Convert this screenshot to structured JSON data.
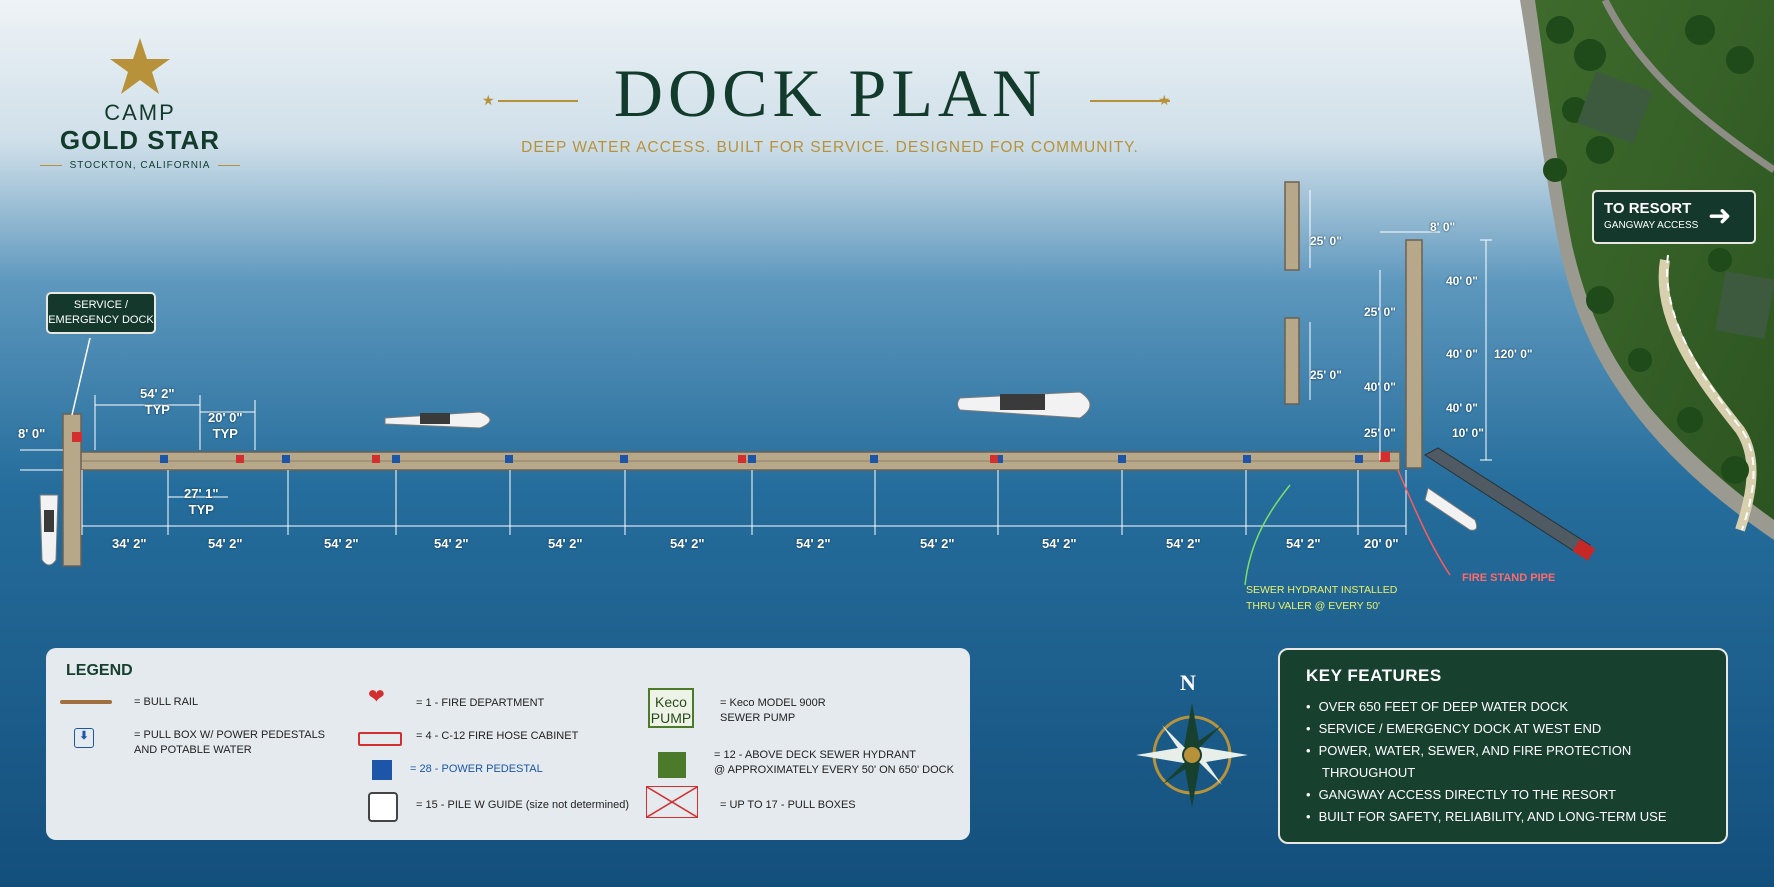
{
  "logo": {
    "line1": "CAMP",
    "line2": "GOLD STAR",
    "line3": "STOCKTON, CALIFORNIA"
  },
  "header": {
    "title": "DOCK PLAN",
    "subtitle": "DEEP WATER ACCESS. BUILT FOR SERVICE. DESIGNED FOR COMMUNITY."
  },
  "signs": {
    "service": {
      "line1": "SERVICE /",
      "line2": "EMERGENCY DOCK"
    },
    "resort": {
      "line1": "TO RESORT",
      "line2": "GANGWAY ACCESS"
    }
  },
  "dimensions": {
    "left_width": "8' 0\"",
    "typ1": {
      "value": "54' 2\"",
      "typ": "TYP"
    },
    "typ2": {
      "value": "20' 0\"",
      "typ": "TYP"
    },
    "typ3": {
      "value": "27' 1\"",
      "typ": "TYP"
    },
    "bottom": [
      "34' 2\"",
      "54' 2\"",
      "54' 2\"",
      "54' 2\"",
      "54' 2\"",
      "54' 2\"",
      "54' 2\"",
      "54' 2\"",
      "54' 2\"",
      "54' 2\"",
      "54' 2\"",
      "20' 0\""
    ],
    "finger_a": "25' 0\"",
    "finger_b": "25' 0\"",
    "east": {
      "top": "8' 0\"",
      "s1": "40' 0\"",
      "s2": "40' 0\"",
      "s3": "40' 0\"",
      "total": "120' 0\"",
      "l1": "25' 0\"",
      "l2": "40' 0\"",
      "l3": "25' 0\"",
      "r10": "10' 0\""
    }
  },
  "callouts": {
    "sewer": {
      "line1": "SEWER HYDRANT INSTALLED",
      "line2": "THRU VALER @ EVERY 50'"
    },
    "fire": "FIRE STAND PIPE"
  },
  "legend": {
    "title": "LEGEND",
    "items": [
      {
        "text1": "= BULL RAIL",
        "text2": ""
      },
      {
        "text1": "= PULL BOX W/ POWER PEDESTALS",
        "text2": "AND POTABLE WATER"
      },
      {
        "text1": "= 1 - FIRE DEPARTMENT",
        "text2": ""
      },
      {
        "text1": "= 4 - C-12 FIRE HOSE CABINET",
        "text2": ""
      },
      {
        "text1": "= 28 - POWER PEDESTAL",
        "text2": ""
      },
      {
        "text1": "= 15 - PILE W GUIDE (size not determined)",
        "text2": ""
      },
      {
        "text1": "= Keco MODEL 900R",
        "text2": "SEWER PUMP",
        "icon1": "Keco",
        "icon2": "PUMP"
      },
      {
        "text1": "= 12 - ABOVE DECK SEWER HYDRANT",
        "text2": "@ APPROXIMATELY EVERY 50' ON 650' DOCK"
      },
      {
        "text1": "= UP TO 17 - PULL BOXES",
        "text2": ""
      }
    ]
  },
  "compass": {
    "label": "N"
  },
  "key_features": {
    "title": "KEY FEATURES",
    "items": [
      "OVER 650 FEET OF DEEP WATER DOCK",
      "SERVICE / EMERGENCY DOCK AT WEST END",
      "POWER, WATER, SEWER, AND FIRE PROTECTION",
      "THROUGHOUT",
      "GANGWAY ACCESS DIRECTLY TO THE RESORT",
      "BUILT FOR SAFETY, RELIABILITY, AND LONG-TERM USE"
    ]
  },
  "colors": {
    "water": "#1e5f8e",
    "forest": "#17402f",
    "gold": "#b8923a",
    "fire_red": "#e53535",
    "power_blue": "#1d56a8",
    "sewer_green": "#4a7a2a"
  }
}
